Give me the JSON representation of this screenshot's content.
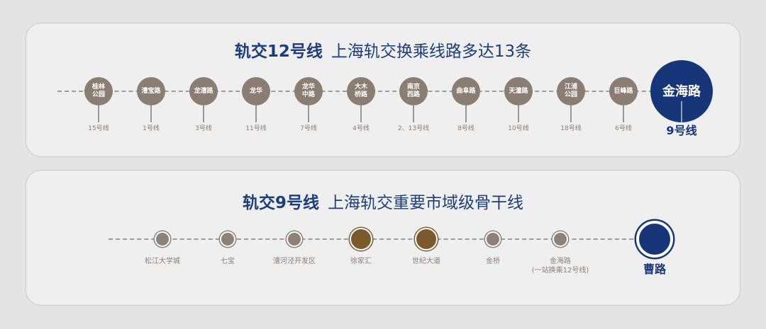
{
  "line12": {
    "title_main": "轨交12号线",
    "title_sub": "上海轨交换乘线路多达13条",
    "stations": [
      {
        "name": "桂林\n公园",
        "line": "15号线"
      },
      {
        "name": "漕宝路",
        "line": "1号线"
      },
      {
        "name": "龙漕路",
        "line": "3号线"
      },
      {
        "name": "龙华",
        "line": "11号线"
      },
      {
        "name": "龙华\n中路",
        "line": "7号线"
      },
      {
        "name": "大木\n桥路",
        "line": "4号线"
      },
      {
        "name": "南京\n西路",
        "line": "2、13号线"
      },
      {
        "name": "曲阜路",
        "line": "8号线"
      },
      {
        "name": "天潼路",
        "line": "10号线"
      },
      {
        "name": "江浦\n公园",
        "line": "18号线"
      },
      {
        "name": "巨峰路",
        "line": "6号线"
      }
    ],
    "highlight": {
      "name": "金海路",
      "line": "9号线"
    }
  },
  "line9": {
    "title_main": "轨交9号线",
    "title_sub": "上海轨交重要市域级骨干线",
    "stations": [
      {
        "name": "松江大学城",
        "type": "normal"
      },
      {
        "name": "七宝",
        "type": "normal"
      },
      {
        "name": "漕河泾开发区",
        "type": "normal"
      },
      {
        "name": "徐家汇",
        "type": "major"
      },
      {
        "name": "世纪大道",
        "type": "major"
      },
      {
        "name": "金桥",
        "type": "normal"
      },
      {
        "name": "金海路\n(一站换乘12号线)",
        "type": "normal"
      }
    ],
    "highlight": {
      "name": "曹路"
    }
  },
  "colors": {
    "accent": "#17367a",
    "station": "#8a7d72",
    "major": "#7a5a2c"
  }
}
